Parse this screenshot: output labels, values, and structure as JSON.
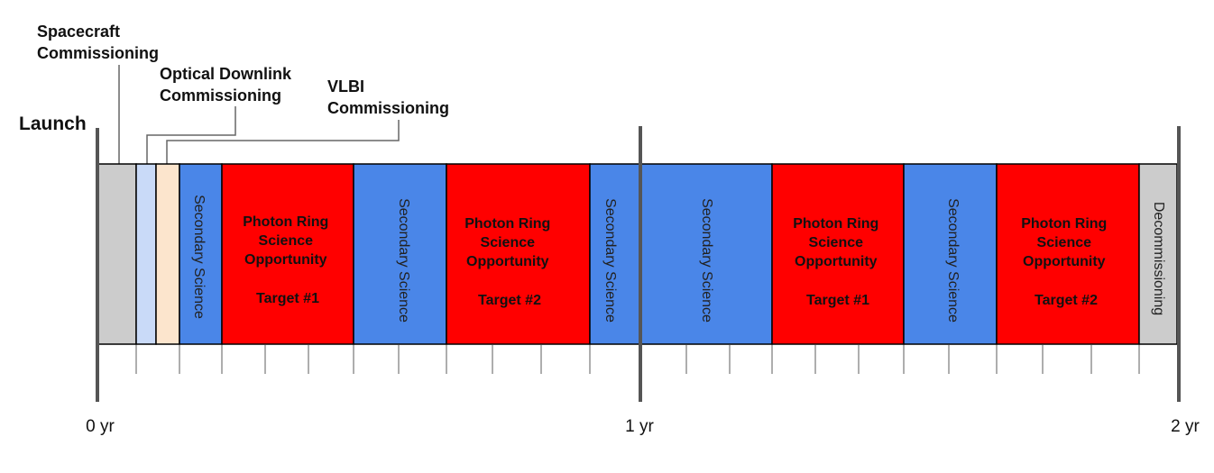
{
  "launch_label": "Launch",
  "callouts": {
    "spacecraft": [
      "Spacecraft",
      "Commissioning"
    ],
    "optical": [
      "Optical Downlink",
      "Commissioning"
    ],
    "vlbi": [
      "VLBI",
      "Commissioning"
    ]
  },
  "secondary_label": "Secondary Science",
  "photon_lines": [
    "Photon Ring",
    "Science",
    "Opportunity"
  ],
  "target1": "Target #1",
  "target2": "Target #2",
  "decommissioning_label": "Decommissioning",
  "axis": {
    "start": "0 yr",
    "mid": "1 yr",
    "end": "2 yr"
  },
  "colors": {
    "spacecraft": "#cccccc",
    "optical": "#c9daf8",
    "vlbi": "#fce5cd",
    "secondary": "#4a86e8",
    "photon": "#ff0000",
    "decommissioning": "#cccccc"
  }
}
